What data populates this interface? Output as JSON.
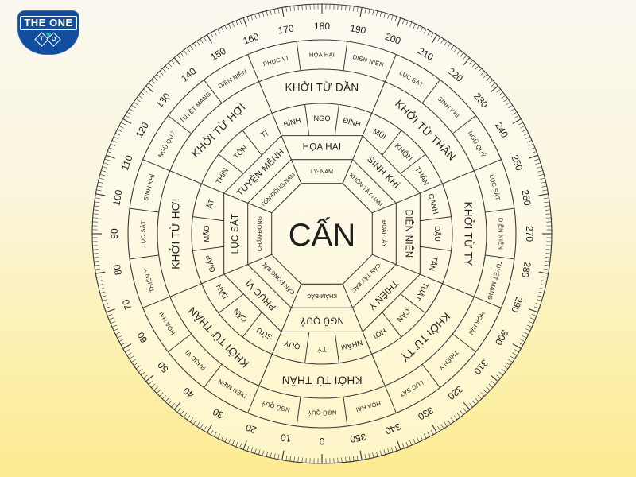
{
  "logo": {
    "title": "THE ONE",
    "monogram_left": "T",
    "monogram_right": "O",
    "bg_color": "#114f9e",
    "accent_color": "#2bb3c0"
  },
  "compass": {
    "center_label": "CẤN",
    "degree_labels": [
      180,
      190,
      200,
      210,
      220,
      230,
      240,
      250,
      260,
      270,
      280,
      290,
      300,
      310,
      320,
      330,
      340,
      350,
      0,
      10,
      20,
      30,
      40,
      50,
      60,
      70,
      80,
      90,
      100,
      110,
      120,
      130,
      140,
      150,
      160,
      170
    ],
    "sectors": [
      {
        "theta": 0,
        "direction": "LY- NAM",
        "start_label": "KHỞI TỪ DẦN",
        "mountains": [
          "BÍNH",
          "NGỌ",
          "ĐINH"
        ],
        "du_nien": "HỌA HẠI",
        "outer_cells": [
          "PHỤC VỊ",
          "HỌA HẠI",
          "DIÊN NIÊN"
        ]
      },
      {
        "theta": 45,
        "direction": "KHÔN-TÂY NAM",
        "start_label": "KHỞI TỪ THÂN",
        "mountains": [
          "MÙI",
          "KHÔN",
          "THÂN"
        ],
        "du_nien": "SINH KHÍ",
        "outer_cells": [
          "LỤC SÁT",
          "SINH KHÍ",
          "NGŨ QUỶ"
        ]
      },
      {
        "theta": 90,
        "direction": "ĐOÀI-TÂY",
        "start_label": "KHỞI TỪ TY",
        "mountains": [
          "CANH",
          "DẬU",
          "TÂN"
        ],
        "du_nien": "DIÊN NIÊN",
        "outer_cells": [
          "LỤC SÁT",
          "DIÊN NIÊN",
          "TUYỆT MẠNG"
        ]
      },
      {
        "theta": 135,
        "direction": "CÀN-TÂY BẮC",
        "start_label": "KHỞI TỪ TỴ",
        "mountains": [
          "TUẤT",
          "CÀN",
          "HỢI"
        ],
        "du_nien": "THIÊN Y",
        "outer_cells": [
          "HỌA HẠI",
          "THIÊN Y",
          "LỤC SÁT"
        ]
      },
      {
        "theta": 180,
        "direction": "KHẢM-BẮC",
        "start_label": "KHỞI TỪ THÂN",
        "mountains": [
          "NHÂM",
          "TÝ",
          "QUÝ"
        ],
        "du_nien": "NGŨ QUỶ",
        "outer_cells": [
          "HỌA HẠI",
          "NGŨ QUỶ",
          "NGŨ QUỶ"
        ]
      },
      {
        "theta": 225,
        "direction": "CẤN-ĐÔNG BẮC",
        "start_label": "KHỞI TỪ THÂN",
        "mountains": [
          "SỬU",
          "CẤN",
          "DẦN"
        ],
        "du_nien": "PHỤC VỊ",
        "outer_cells": [
          "DIÊN NIÊN",
          "PHỤC VỊ",
          "HỌA HẠI"
        ]
      },
      {
        "theta": 270,
        "direction": "CHẤN-ĐÔNG",
        "start_label": "KHỞI TỪ HỢI",
        "mountains": [
          "GIÁP",
          "MÃO",
          "ẤT"
        ],
        "du_nien": "LỤC SÁT",
        "outer_cells": [
          "THIÊN Y",
          "LỤC SÁT",
          "SINH KHÍ"
        ]
      },
      {
        "theta": 315,
        "direction": "TỐN-ĐÔNG NAM",
        "start_label": "KHỞI TỪ HỢI",
        "mountains": [
          "THÌN",
          "TỐN",
          "TỊ"
        ],
        "du_nien": "TUYỆN MỆNH",
        "outer_cells": [
          "NGŨ QUỶ",
          "TUYỆT MẠNG",
          "DIÊN NIÊN"
        ]
      }
    ]
  },
  "colors": {
    "bg_top": "#faf8ef",
    "bg_bottom": "#fdeb91",
    "line": "#3a3a3a",
    "text": "#1f1f1f",
    "disc_fill": "rgba(255,253,243,0.55)"
  }
}
